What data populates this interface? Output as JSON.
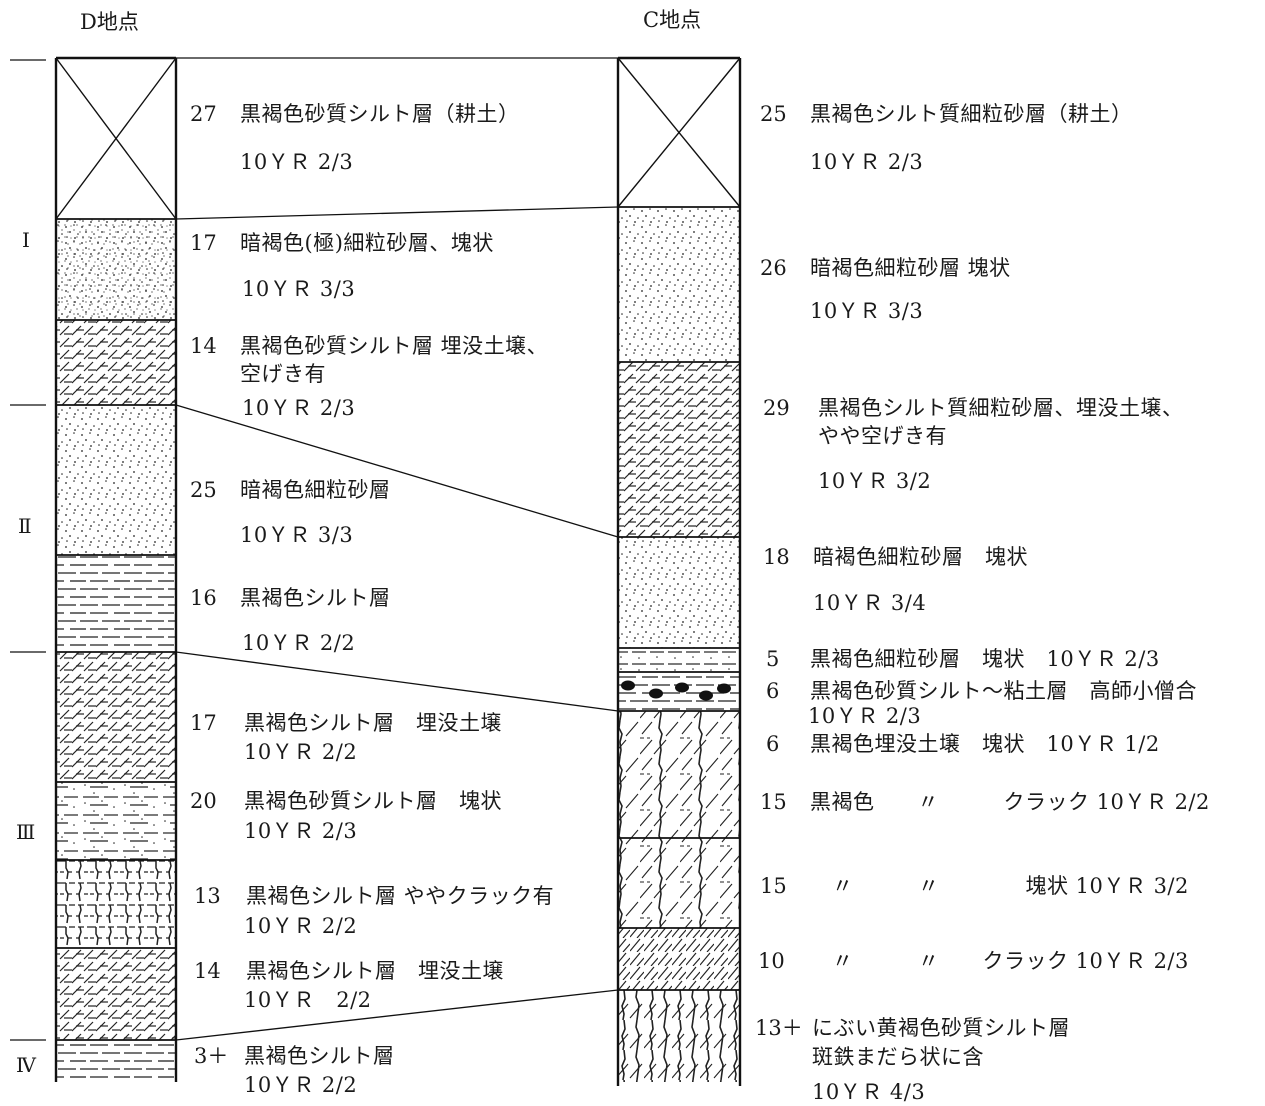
{
  "sites": {
    "d": "D地点",
    "c": "C地点"
  },
  "zones": [
    "Ⅰ",
    "Ⅱ",
    "Ⅲ",
    "Ⅳ"
  ],
  "d_layers": [
    {
      "thick": "27",
      "name": "黒褐色砂質シルト層（耕土）",
      "color": "10ＹＲ 2/3",
      "pattern": "disturbed"
    },
    {
      "thick": "17",
      "name": "暗褐色(極)細粒砂層、塊状",
      "color": "10ＹＲ 3/3",
      "pattern": "sand"
    },
    {
      "thick": "14",
      "name": "黒褐色砂質シルト層 埋没土壌、",
      "name2": "空げき有",
      "color": "10ＹＲ 2/3",
      "pattern": "soil"
    },
    {
      "thick": "25",
      "name": "暗褐色細粒砂層",
      "color": "10ＹＲ 3/3",
      "pattern": "sand"
    },
    {
      "thick": "16",
      "name": "黒褐色シルト層",
      "color": "10ＹＲ 2/2",
      "pattern": "silt"
    },
    {
      "thick": "17",
      "name": "黒褐色シルト層　埋没土壌",
      "color": "10ＹＲ 2/2",
      "pattern": "soil"
    },
    {
      "thick": "20",
      "name": "黒褐色砂質シルト層　塊状",
      "color": "10ＹＲ 2/3",
      "pattern": "sandysilt"
    },
    {
      "thick": "13",
      "name": "黒褐色シルト層 ややクラック有",
      "color": "10ＹＲ 2/2",
      "pattern": "crack"
    },
    {
      "thick": "14",
      "name": "黒褐色シルト層　埋没土壌",
      "color": "10ＹＲ　2/2",
      "pattern": "soil"
    },
    {
      "thick": "3＋",
      "name": "黒褐色シルト層",
      "color": "10ＹＲ 2/2",
      "pattern": "silt"
    }
  ],
  "c_layers": [
    {
      "thick": "25",
      "name": "黒褐色シルト質細粒砂層（耕土）",
      "color": "10ＹＲ 2/3",
      "pattern": "disturbed"
    },
    {
      "thick": "26",
      "name": "暗褐色細粒砂層 塊状",
      "color": "10ＹＲ 3/3",
      "pattern": "sand"
    },
    {
      "thick": "29",
      "name": "黒褐色シルト質細粒砂層、埋没土壌、",
      "name2": "やや空げき有",
      "color": "10ＹＲ 3/2",
      "pattern": "soil"
    },
    {
      "thick": "18",
      "name": "暗褐色細粒砂層　塊状",
      "color": "10ＹＲ 3/4",
      "pattern": "sand"
    },
    {
      "thick": "5",
      "name": "黒褐色細粒砂層　塊状　10ＹＲ 2/3",
      "pattern": "siltsand"
    },
    {
      "thick": "6",
      "name": "黒褐色砂質シルト～粘土層　高師小僧合",
      "color": "10ＹＲ 2/3",
      "pattern": "concretion"
    },
    {
      "thick": "6",
      "name": "黒褐色埋没土壌　塊状　10ＹＲ 1/2",
      "pattern": "soilcrack"
    },
    {
      "thick": "15",
      "name": "黒褐色　　〃　　　クラック 10ＹＲ 2/2",
      "pattern": "soilcrack"
    },
    {
      "thick": "15",
      "name": "〃　　　〃　　　　塊状 10ＹＲ 3/2",
      "pattern": "hatch"
    },
    {
      "thick": "10",
      "name": "〃　　　〃　　クラック 10ＹＲ 2/3",
      "pattern": "crack2"
    },
    {
      "thick": "13＋",
      "name": "にぶい黄褐色砂質シルト層",
      "name2": "斑鉄まだら状に含",
      "color": "10ＹＲ 4/3",
      "pattern": "mottled"
    }
  ]
}
